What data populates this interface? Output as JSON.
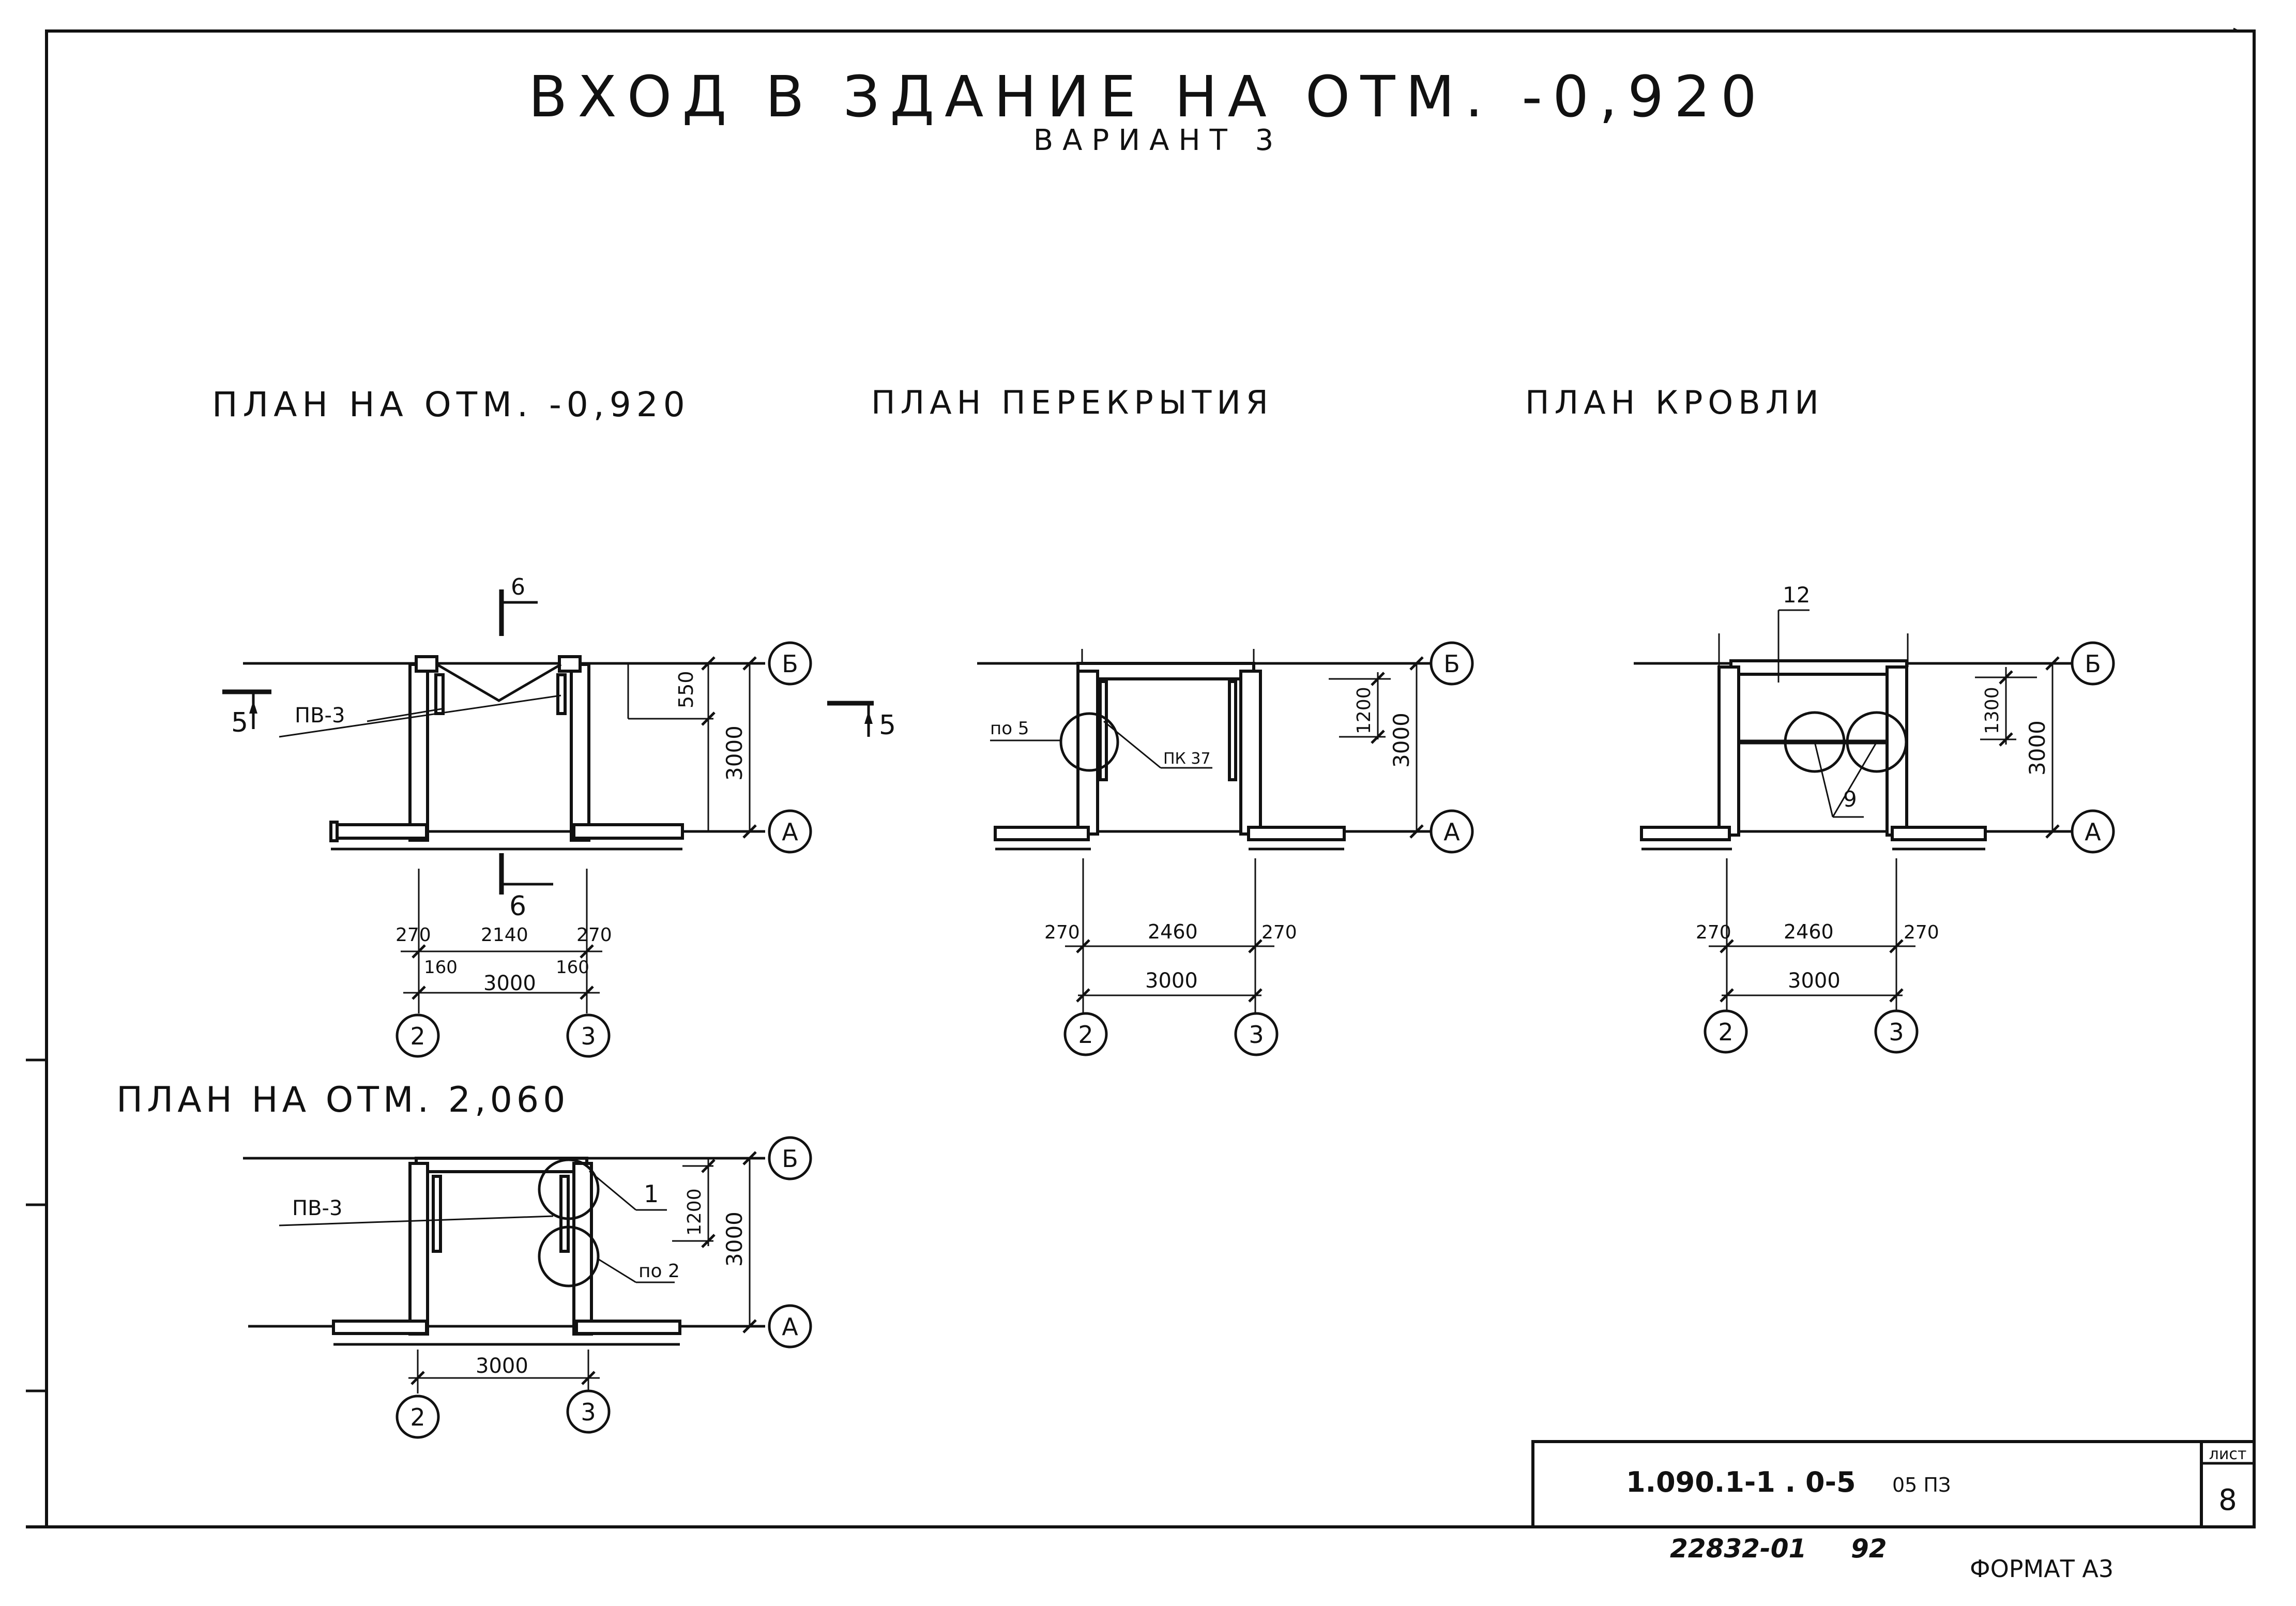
{
  "title": {
    "main": "ВХОД В ЗДАНИЕ НА ОТМ. -0,920",
    "sub": "ВАРИАНТ 3"
  },
  "plans": {
    "plan_minus": {
      "title": "ПЛАН НА ОТМ. -0,920",
      "section_mark": "6",
      "section_mark_5": "5",
      "item_label": "ПВ-3",
      "dim_small": "550",
      "dim_height": "3000",
      "dim_270_left": "270",
      "dim_2140": "2140",
      "dim_270_right": "270",
      "dim_160_left": "160",
      "dim_160_right": "160",
      "dim_3000": "3000",
      "axis_2": "2",
      "axis_3": "3",
      "axis_B": "Б",
      "axis_A": "А"
    },
    "plan_floor": {
      "title": "ПЛАН ПЕРЕКРЫТИЯ",
      "label_po5": "по 5",
      "label_pk": "ПК 37",
      "dim_1200": "1200",
      "dim_height": "3000",
      "dim_270_left": "270",
      "dim_2460": "2460",
      "dim_270_right": "270",
      "dim_3000": "3000",
      "axis_2": "2",
      "axis_3": "3",
      "axis_B": "Б",
      "axis_A": "А"
    },
    "plan_roof": {
      "title": "ПЛАН КРОВЛИ",
      "label_12": "12",
      "label_9": "9",
      "dim_1300": "1300",
      "dim_height": "3000",
      "dim_270_left": "270",
      "dim_2460": "2460",
      "dim_270_right": "270",
      "dim_3000": "3000",
      "axis_2": "2",
      "axis_3": "3",
      "axis_B": "Б",
      "axis_A": "А"
    },
    "plan_2060": {
      "title": "ПЛАН НА ОТМ. 2,060",
      "item_label": "ПВ-3",
      "label_1": "1",
      "label_po2": "по 2",
      "dim_1200": "1200",
      "dim_height": "3000",
      "dim_3000": "3000",
      "axis_2": "2",
      "axis_3": "3",
      "axis_B": "Б",
      "axis_A": "А"
    }
  },
  "stamp": {
    "code": "1.090.1-1 . 0-5",
    "sub_code": "05 ПЗ",
    "sheet_label": "лист",
    "sheet_number": "8"
  },
  "footer": {
    "archive_number": "22832-01",
    "archive_suffix": "92",
    "format": "ФОРМАТ А3"
  }
}
